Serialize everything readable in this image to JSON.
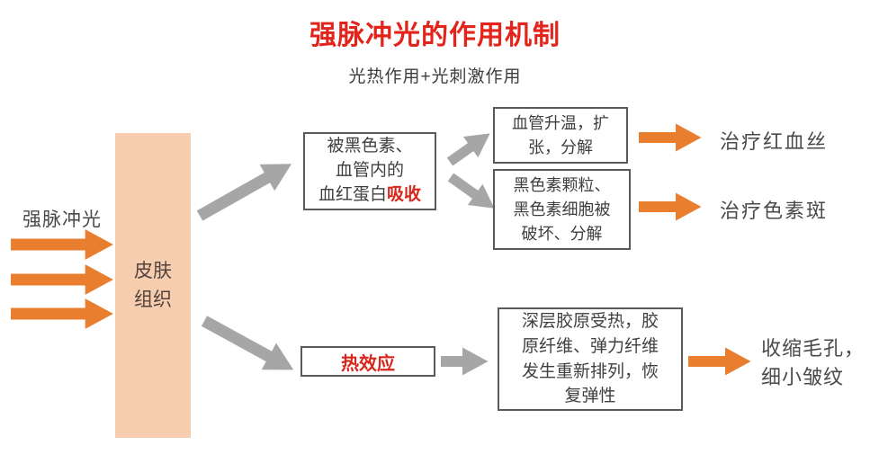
{
  "title": "强脉冲光的作用机制",
  "subtitle": "光热作用+光刺激作用",
  "colors": {
    "accent_orange": "#e87e2e",
    "gray_arrow": "#a6a6a6",
    "skin_fill": "#f7cdaf",
    "title_red": "#e2241b",
    "highlight_red": "#d9261c",
    "box_border": "#595959",
    "text": "#3f3f3f"
  },
  "source": {
    "label": "强脉冲光"
  },
  "skin": {
    "lines": [
      "皮肤",
      "组织"
    ]
  },
  "pathways": {
    "absorption": {
      "lines": [
        "被黑色素、",
        "血管内的"
      ],
      "line3_prefix": "血红蛋白",
      "line3_highlight": "吸收"
    },
    "vessel": {
      "lines": [
        "血管升温，扩",
        "张，分解"
      ]
    },
    "melanin": {
      "lines": [
        "黑色素颗粒、",
        "黑色素细胞被",
        "破坏、分解"
      ]
    },
    "thermal": {
      "label": "热效应"
    },
    "collagen": {
      "lines": [
        "深层胶原受热，胶",
        "原纤维、弹力纤维",
        "发生重新排列，恢",
        "复弹性"
      ]
    }
  },
  "outcomes": {
    "redness": "治疗红血丝",
    "pigment": "治疗色素斑",
    "pores": {
      "lines": [
        "收缩毛孔，",
        "细小皱纹"
      ]
    }
  }
}
